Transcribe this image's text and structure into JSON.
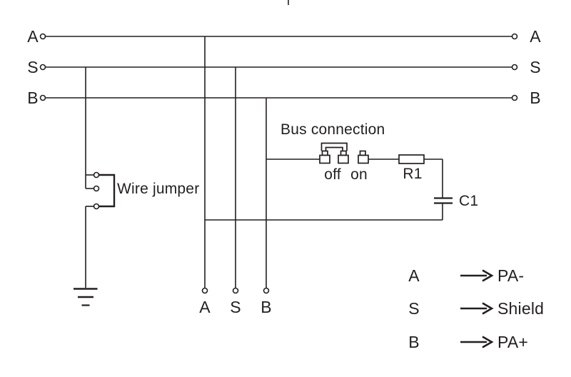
{
  "colors": {
    "ink": "#231f20",
    "background": "#ffffff"
  },
  "buses": [
    {
      "left_label": "A",
      "right_label": "A"
    },
    {
      "left_label": "S",
      "right_label": "S"
    },
    {
      "left_label": "B",
      "right_label": "B"
    }
  ],
  "drop_terminals": {
    "a": "A",
    "s": "S",
    "b": "B"
  },
  "wire_jumper": {
    "label": "Wire jumper"
  },
  "bus_connection": {
    "title": "Bus connection",
    "off_label": "off",
    "on_label": "on",
    "resistor": "R1",
    "capacitor": "C1"
  },
  "legend": {
    "rows": [
      {
        "signal": "A",
        "meaning": "PA-"
      },
      {
        "signal": "S",
        "meaning": "Shield"
      },
      {
        "signal": "B",
        "meaning": "PA+"
      }
    ]
  }
}
